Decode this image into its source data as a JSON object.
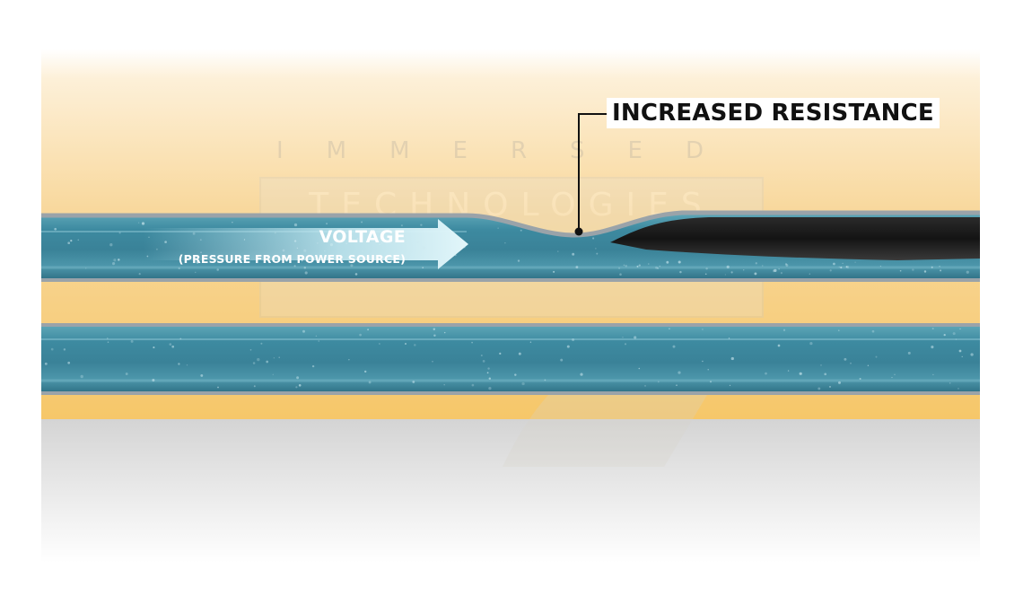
{
  "labels": {
    "increased_resistance": "INCREASED RESISTANCE",
    "voltage": "VOLTAGE",
    "voltage_sub": "(PRESSURE FROM POWER SOURCE)"
  },
  "watermark": {
    "line1": "IMMERSED",
    "line2": "TECHNOLOGIES"
  },
  "colors": {
    "pipe_water": "#3f8ea3",
    "pipe_wall": "#8d98a0",
    "blockage": "#1b1b1b",
    "background_warm": "#f6c769",
    "arrow": "#bfe8f2"
  }
}
